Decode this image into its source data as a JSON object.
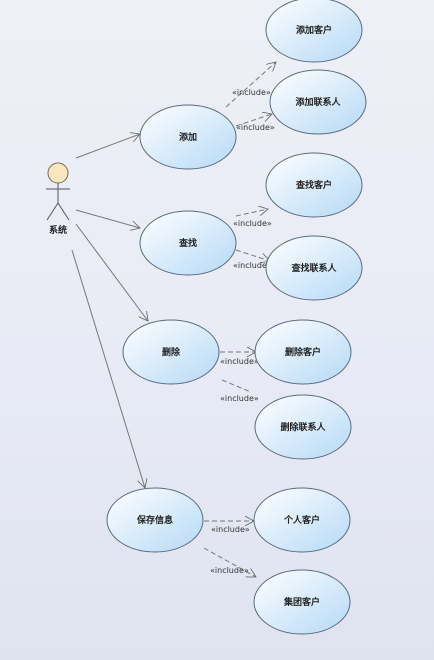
{
  "actor": {
    "name": "系统"
  },
  "colors": {
    "ellipse_fill_top": "#ffffff",
    "ellipse_fill_bottom": "#b9dcf7",
    "ellipse_stroke": "#5a6a80",
    "line": "#777777",
    "actor_head": "#fae6bf"
  },
  "use_cases": {
    "add": "添加",
    "find": "查找",
    "delete": "删除",
    "save": "保存信息",
    "add_customer": "添加客户",
    "add_contact": "添加联系人",
    "find_customer": "查找客户",
    "find_contact": "查找联系人",
    "delete_customer": "删除客户",
    "delete_contact": "删除联系人",
    "personal_customer": "个人客户",
    "group_customer": "集团客户"
  },
  "include_label": "«include»"
}
